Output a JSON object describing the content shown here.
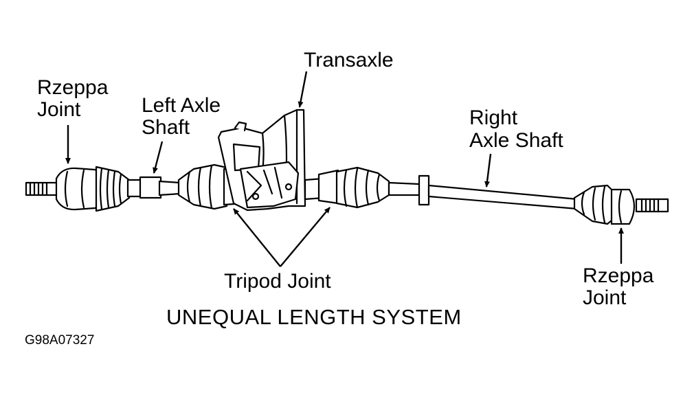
{
  "labels": {
    "transaxle": "Transaxle",
    "rzeppa_left_line1": "Rzeppa",
    "rzeppa_left_line2": "Joint",
    "left_axle_line1": "Left Axle",
    "left_axle_line2": "Shaft",
    "right_axle_line1": "Right",
    "right_axle_line2": "Axle Shaft",
    "tripod": "Tripod Joint",
    "rzeppa_right_line1": "Rzeppa",
    "rzeppa_right_line2": "Joint"
  },
  "caption": "UNEQUAL LENGTH SYSTEM",
  "figure_id": "G98A07327",
  "colors": {
    "line": "#000000",
    "background": "#ffffff"
  }
}
